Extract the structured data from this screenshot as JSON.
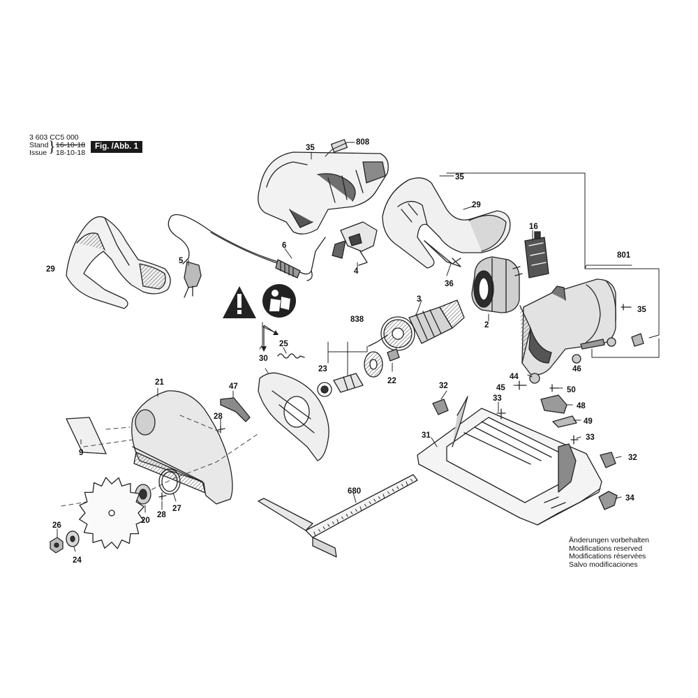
{
  "header": {
    "part_number": "3 603 CC5 000",
    "stand_label": "Stand",
    "issue_label": "Issue",
    "stand_date": "16-10-18",
    "issue_date": "18-10-18",
    "figure_label": "Fig. /Abb. 1"
  },
  "notice": [
    "Änderungen vorbehalten",
    "Modifications reserved",
    "Modifications réservées",
    "Salvo modificaciones"
  ],
  "callouts": [
    {
      "id": "808",
      "text": "808"
    },
    {
      "id": "35a",
      "text": "35"
    },
    {
      "id": "35b",
      "text": "35"
    },
    {
      "id": "35c",
      "text": "35"
    },
    {
      "id": "29a",
      "text": "29"
    },
    {
      "id": "29b",
      "text": "29"
    },
    {
      "id": "16",
      "text": "16"
    },
    {
      "id": "6",
      "text": "6"
    },
    {
      "id": "5",
      "text": "5"
    },
    {
      "id": "4",
      "text": "4"
    },
    {
      "id": "36",
      "text": "36"
    },
    {
      "id": "801",
      "text": "801"
    },
    {
      "id": "3",
      "text": "3"
    },
    {
      "id": "2",
      "text": "2"
    },
    {
      "id": "838",
      "text": "838"
    },
    {
      "id": "25",
      "text": "25"
    },
    {
      "id": "30",
      "text": "30"
    },
    {
      "id": "23",
      "text": "23"
    },
    {
      "id": "22",
      "text": "22"
    },
    {
      "id": "46",
      "text": "46"
    },
    {
      "id": "44",
      "text": "44"
    },
    {
      "id": "45",
      "text": "45"
    },
    {
      "id": "50",
      "text": "50"
    },
    {
      "id": "21",
      "text": "21"
    },
    {
      "id": "47",
      "text": "47"
    },
    {
      "id": "32a",
      "text": "32"
    },
    {
      "id": "33a",
      "text": "33"
    },
    {
      "id": "48",
      "text": "48"
    },
    {
      "id": "49",
      "text": "49"
    },
    {
      "id": "28a",
      "text": "28"
    },
    {
      "id": "31",
      "text": "31"
    },
    {
      "id": "33b",
      "text": "33"
    },
    {
      "id": "32b",
      "text": "32"
    },
    {
      "id": "9",
      "text": "9"
    },
    {
      "id": "680",
      "text": "680"
    },
    {
      "id": "34",
      "text": "34"
    },
    {
      "id": "20",
      "text": "20"
    },
    {
      "id": "28b",
      "text": "28"
    },
    {
      "id": "27",
      "text": "27"
    },
    {
      "id": "26",
      "text": "26"
    },
    {
      "id": "24",
      "text": "24"
    }
  ],
  "icons": [
    "warning-icon",
    "read-manual-icon"
  ],
  "colors": {
    "line": "#222222",
    "fill_dark": "#3a3a3a",
    "fill_mid": "#8c8c8c",
    "fill_light": "#e6e6e6"
  }
}
